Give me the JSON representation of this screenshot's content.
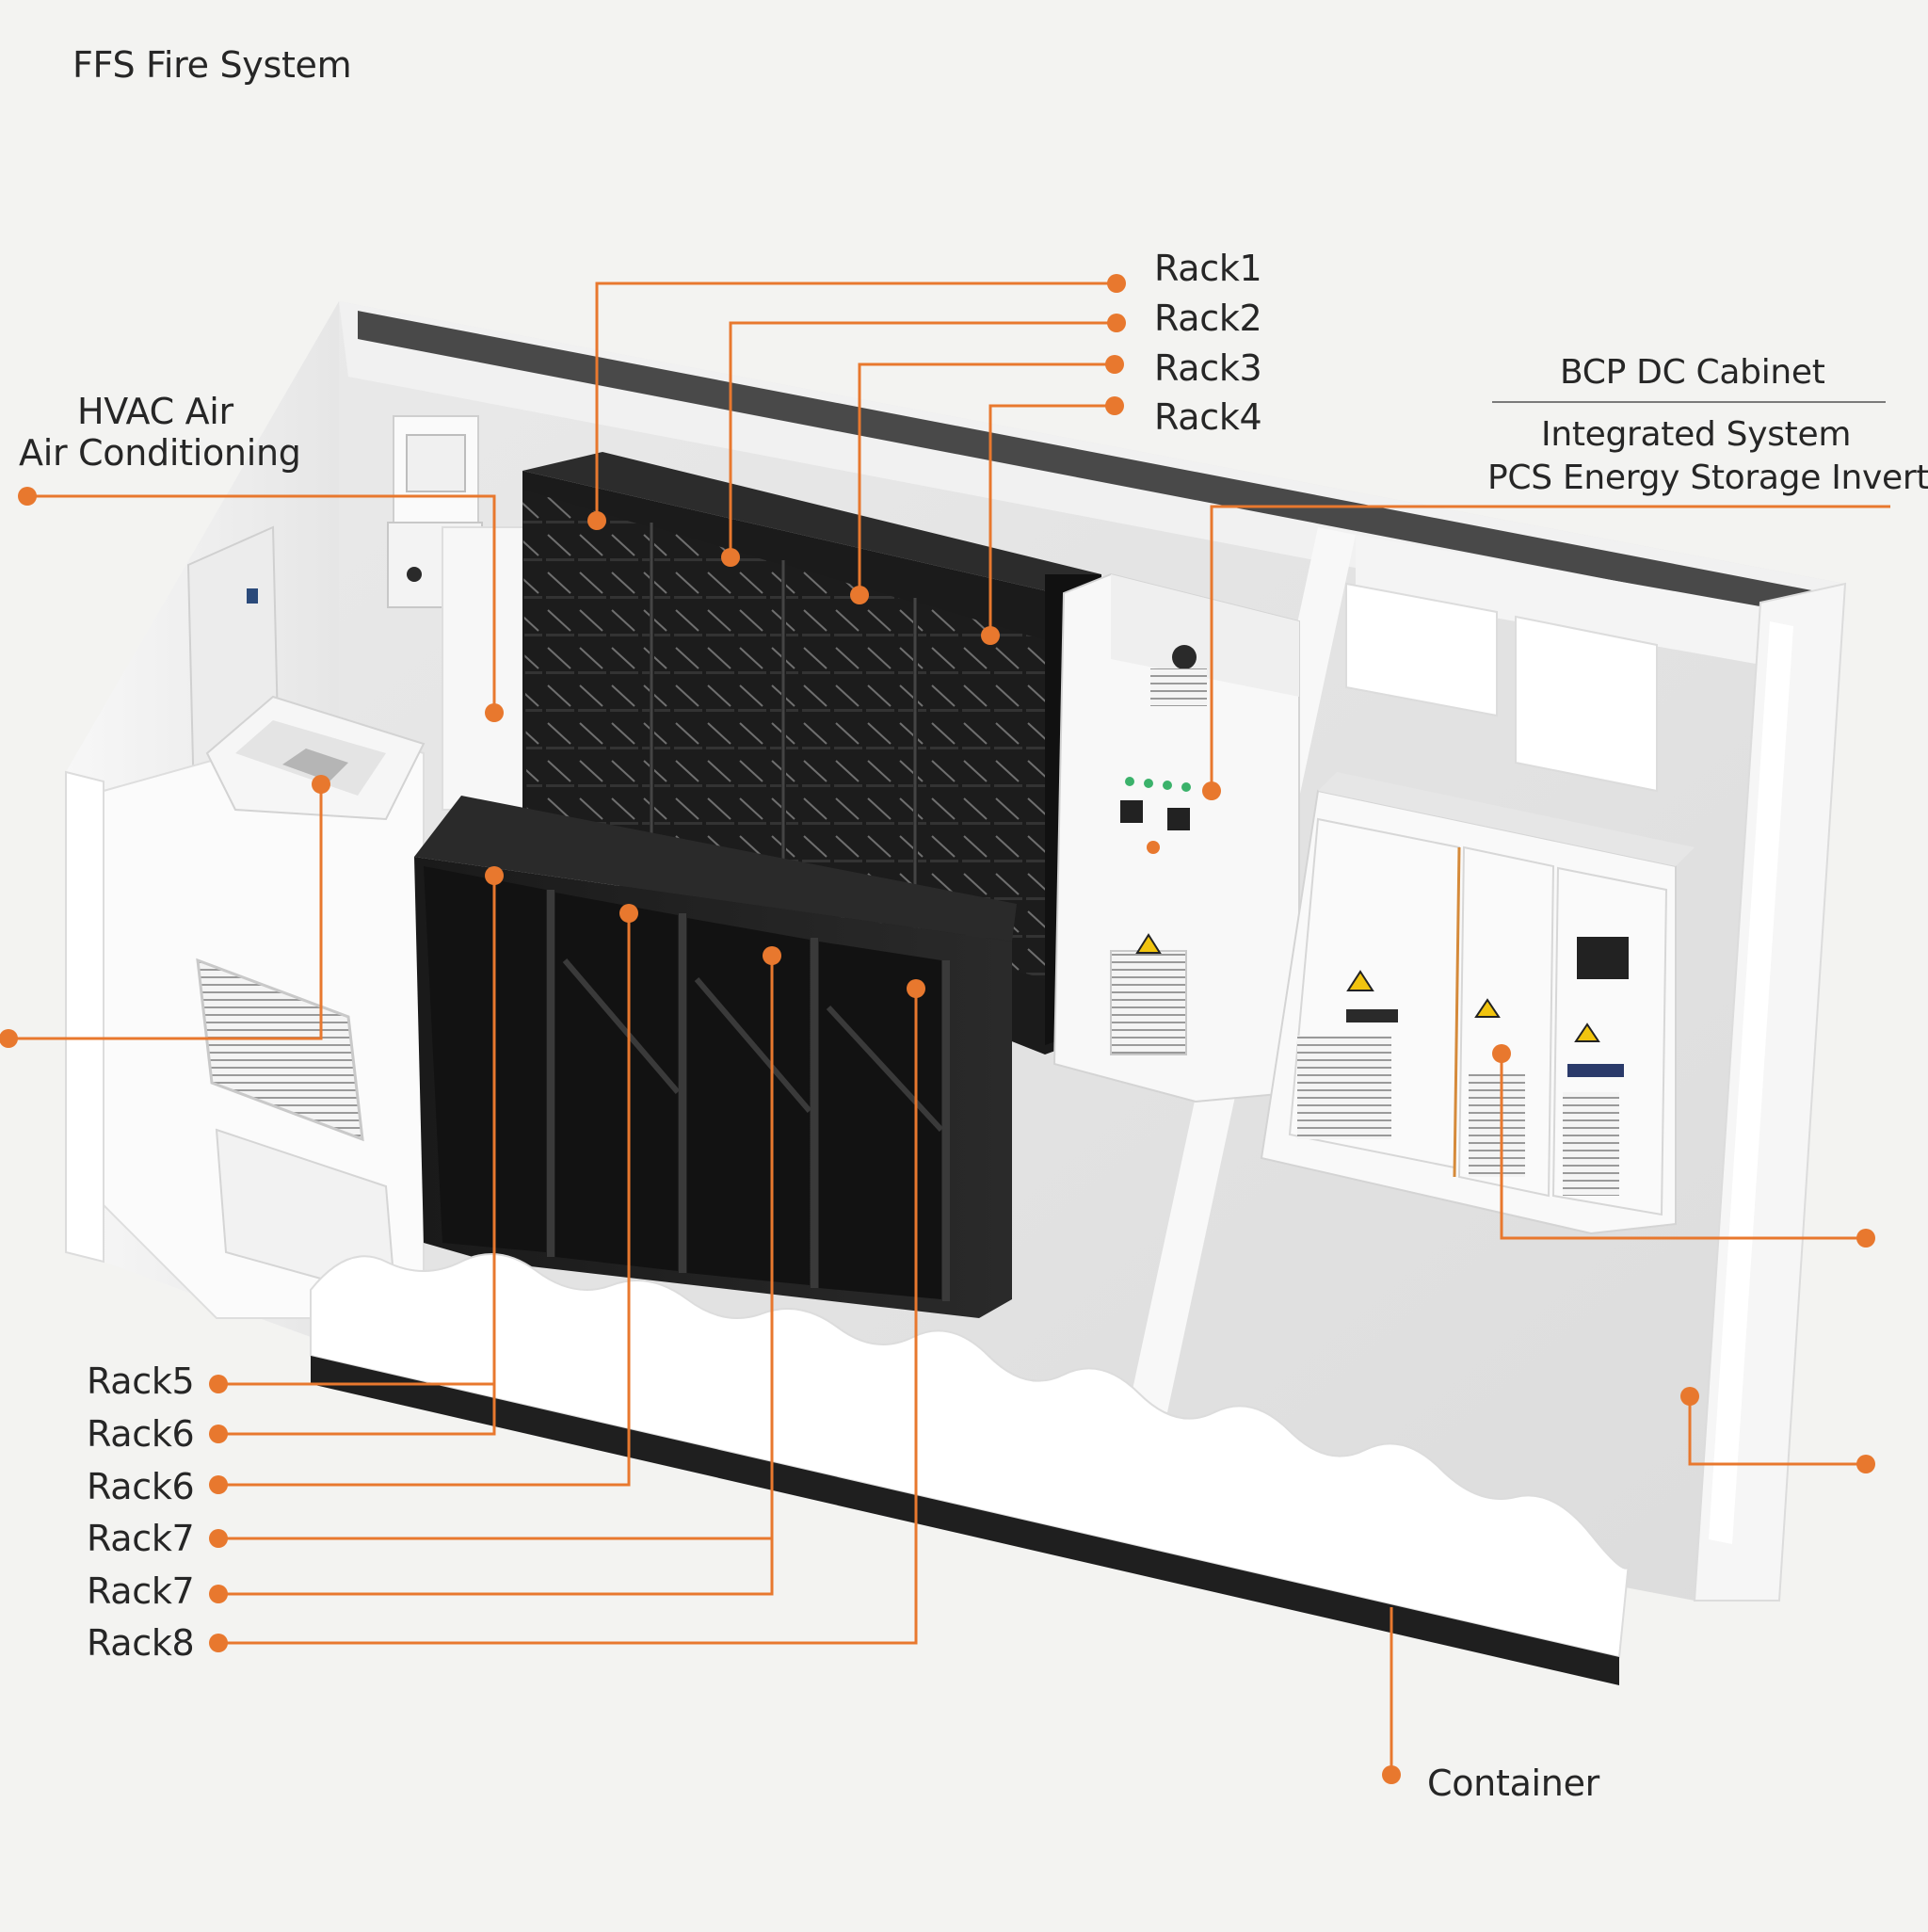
{
  "colors": {
    "accent": "#e8782e",
    "rack": "#1d1d1f",
    "container": "#ffffff",
    "text": "#262626",
    "background": "#f3f3f1"
  },
  "labels": {
    "ffs": "FFS Fire System",
    "hvac_line1": "HVAC Air",
    "hvac_line2": "Air Conditioning",
    "bcp": "BCP DC Cabinet",
    "integrated": "Integrated System",
    "pcs": "PCS Energy Storage Inverter",
    "container": "Container",
    "top_racks": [
      "Rack1",
      "Rack2",
      "Rack3",
      "Rack4"
    ],
    "bottom_racks": [
      "Rack5",
      "Rack6",
      "Rack6",
      "Rack7",
      "Rack7",
      "Rack8"
    ]
  },
  "icons": [
    "warning-icon",
    "vent-grille-icon",
    "callout-dot-icon"
  ]
}
